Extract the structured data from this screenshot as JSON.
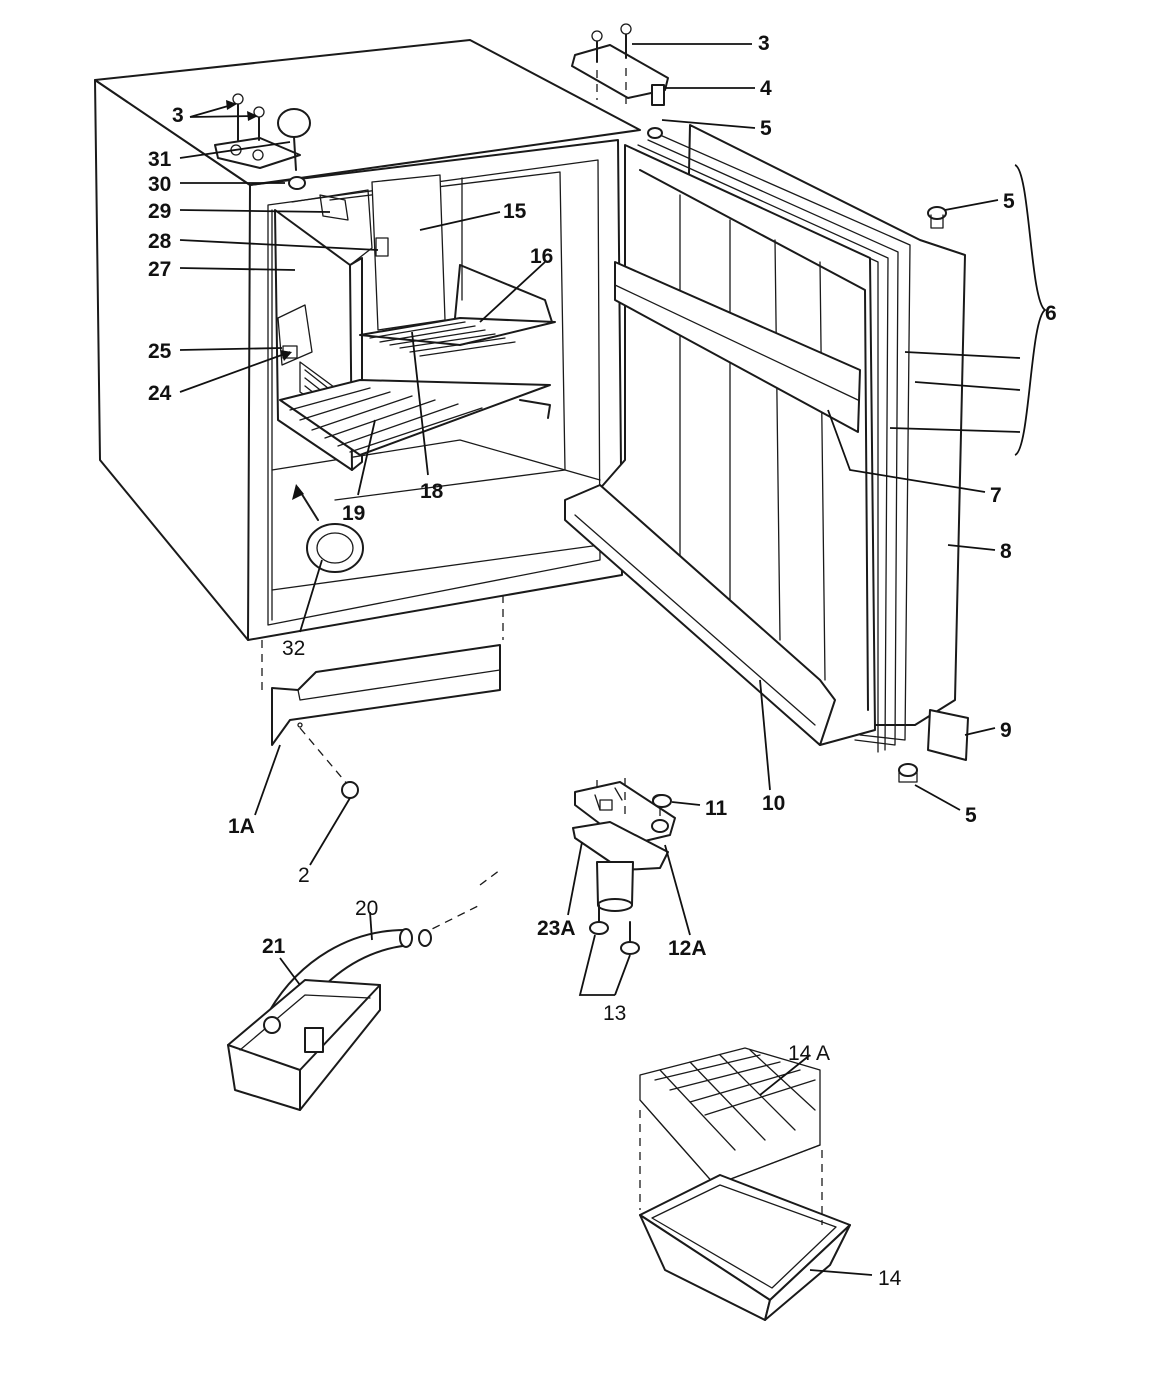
{
  "diagram": {
    "callouts": {
      "c1A": "1A",
      "c2": "2",
      "c3a": "3",
      "c3b": "3",
      "c4": "4",
      "c5a": "5",
      "c5b": "5",
      "c5c": "5",
      "c6": "6",
      "c7": "7",
      "c8": "8",
      "c9": "9",
      "c10": "10",
      "c11": "11",
      "c12A": "12A",
      "c13": "13",
      "c14": "14",
      "c14A": "14 A",
      "c15": "15",
      "c16": "16",
      "c18": "18",
      "c19": "19",
      "c20": "20",
      "c21": "21",
      "c23A": "23A",
      "c24": "24",
      "c25": "25",
      "c27": "27",
      "c28": "28",
      "c29": "29",
      "c30": "30",
      "c31": "31",
      "c32": "32"
    }
  }
}
